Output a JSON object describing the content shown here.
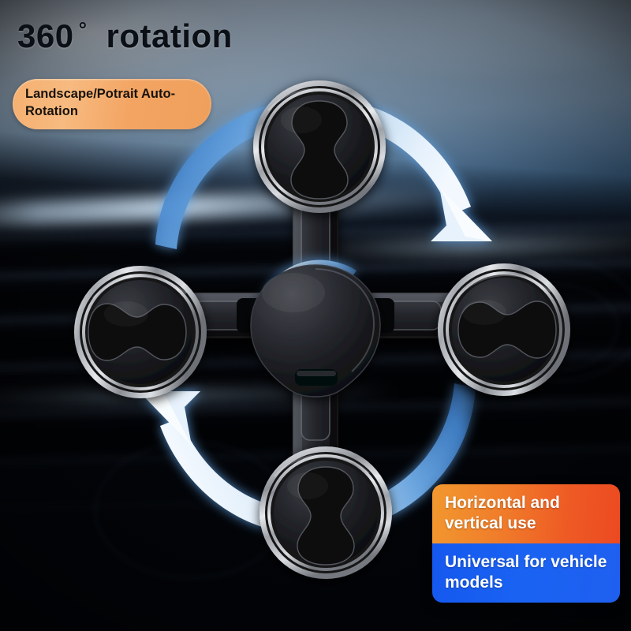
{
  "headline": {
    "number": "360",
    "degree": "°",
    "word": "rotation"
  },
  "feature_pill": {
    "text": "Landscape/Potrait Auto-Rotation"
  },
  "badges": [
    {
      "name": "orientation",
      "text": "Horizontal and vertical use",
      "color": "#ee5a24"
    },
    {
      "name": "compatibility",
      "text": "Universal for vehicle models",
      "color": "#1a5ef0"
    }
  ],
  "colors": {
    "pill_bg": "#f3a462",
    "badge_orange_start": "#f2982f",
    "badge_orange_end": "#ec4a21",
    "badge_blue": "#1a5ef0",
    "arrow_blue": "#2f6fc4",
    "arrow_light": "#dceaf8",
    "product_black": "#1c1d21",
    "product_chrome": "#d8dade",
    "background_sky": "#9ab3cb",
    "background_dark": "#04070e"
  },
  "product": {
    "name": "magnetic car phone mount",
    "hub": {
      "label": "center-hub"
    },
    "mounts": [
      {
        "position": "top",
        "orientation": "portrait"
      },
      {
        "position": "right",
        "orientation": "landscape"
      },
      {
        "position": "bottom",
        "orientation": "portrait"
      },
      {
        "position": "left",
        "orientation": "landscape"
      }
    ],
    "rotation_arrows": [
      {
        "name": "arrow-top-clockwise",
        "direction": "top-left-to-right"
      },
      {
        "name": "arrow-bottom-clockwise",
        "direction": "bottom-right-to-left"
      },
      {
        "name": "arrow-inner-upper",
        "direction": "counter-clockwise"
      },
      {
        "name": "arrow-inner-lower",
        "direction": "counter-clockwise"
      }
    ]
  }
}
